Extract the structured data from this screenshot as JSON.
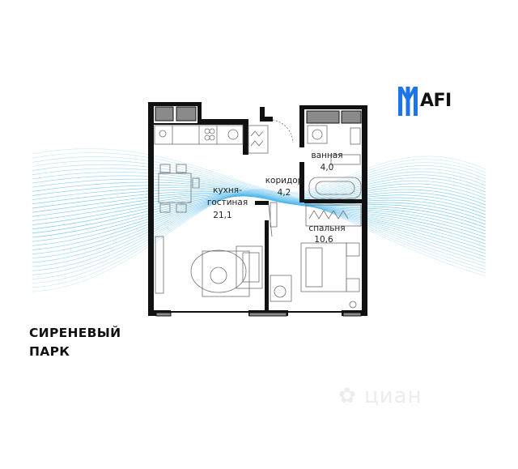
{
  "brand": {
    "logo_text": "AFI",
    "accent_color": "#1e73e8",
    "wave_color": "#4fb8ea"
  },
  "project": {
    "line1": "СИРЕНЕВЫЙ",
    "line2": "ПАРК"
  },
  "rooms": {
    "kitchen": {
      "name_line1": "кухня-",
      "name_line2": "гостиная",
      "area": "21,1"
    },
    "corridor": {
      "name": "коридор",
      "area": "4,2"
    },
    "bathroom": {
      "name": "ванная",
      "area": "4,0"
    },
    "bedroom": {
      "name": "спальня",
      "area": "10,6"
    }
  },
  "watermark": {
    "text": "циан",
    "icon": "cian-logo-icon"
  }
}
